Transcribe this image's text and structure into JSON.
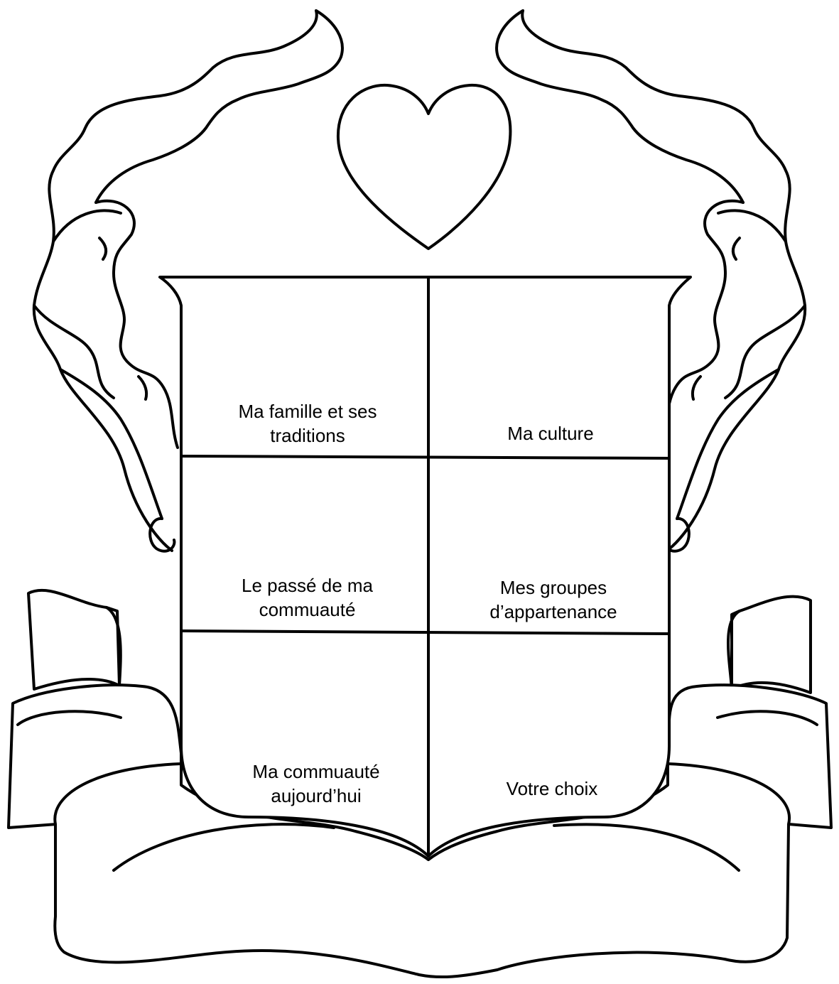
{
  "shield": {
    "cells": [
      {
        "id": "family",
        "text": [
          "Ma famille et ses",
          "traditions"
        ]
      },
      {
        "id": "culture",
        "text": [
          "Ma culture"
        ]
      },
      {
        "id": "past",
        "text": [
          "Le passé de ma",
          "commuauté"
        ]
      },
      {
        "id": "groups",
        "text": [
          "Mes groupes",
          "d’appartenance"
        ]
      },
      {
        "id": "today",
        "text": [
          "Ma commuauté",
          "aujourd’hui"
        ]
      },
      {
        "id": "choice",
        "text": [
          "Votre choix"
        ]
      }
    ]
  },
  "colors": {
    "ink": "#000000",
    "paper": "#ffffff"
  },
  "icons": [
    "heart-icon",
    "left-leaf-mantling-icon",
    "right-leaf-mantling-icon",
    "ribbon-banner-icon"
  ]
}
